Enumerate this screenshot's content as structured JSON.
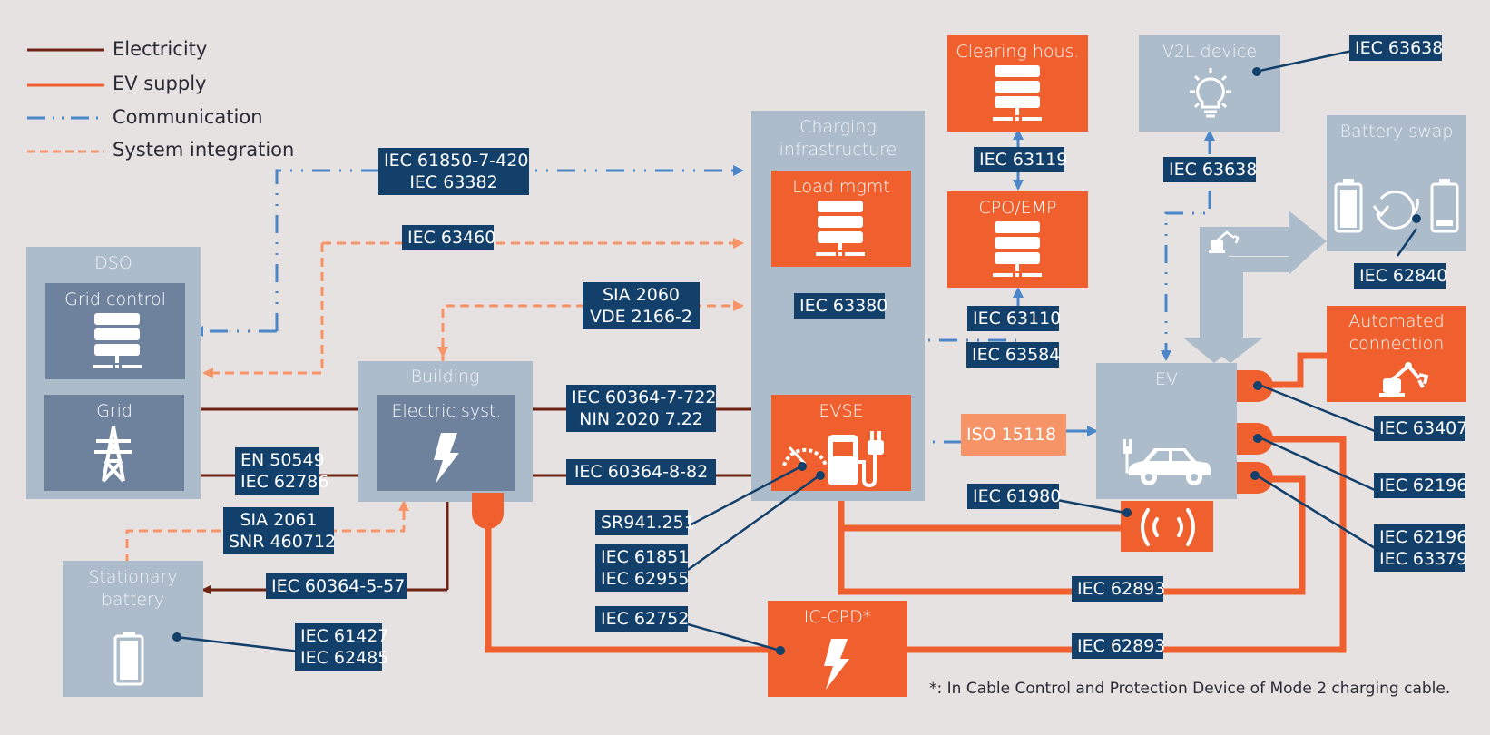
{
  "legend": {
    "items": [
      {
        "label": "Electricity",
        "color": "#6e2213",
        "style": "solid"
      },
      {
        "label": "EV supply",
        "color": "#f05f2e",
        "style": "solid"
      },
      {
        "label": "Communication",
        "color": "#4a86c8",
        "style": "dash-dot"
      },
      {
        "label": "System integration",
        "color": "#f69467",
        "style": "dashed"
      }
    ]
  },
  "nodes": {
    "dso": {
      "title": "DSO"
    },
    "grid_control": {
      "title": "Grid control",
      "icon": "server-icon"
    },
    "grid": {
      "title": "Grid",
      "icon": "power-pylon-icon"
    },
    "building": {
      "title": "Building"
    },
    "electric_syst": {
      "title": "Electric syst.",
      "icon": "lightning-icon"
    },
    "stationary_battery": {
      "title_line1": "Stationary",
      "title_line2": "battery",
      "icon": "battery-icon"
    },
    "charging_infrastructure": {
      "title_line1": "Charging",
      "title_line2": "infrastructure"
    },
    "load_mgmt": {
      "title": "Load mgmt",
      "icon": "server-icon"
    },
    "evse": {
      "title": "EVSE",
      "icon": "fuel-pump-plug-icon"
    },
    "clearing_house": {
      "title": "Clearing hous.",
      "icon": "server-icon"
    },
    "cpo_emp": {
      "title": "CPO/EMP",
      "icon": "server-icon"
    },
    "v2l_device": {
      "title": "V2L device",
      "icon": "light-bulb-icon"
    },
    "battery_swap": {
      "title": "Battery swap",
      "icon": "battery-swap-icon"
    },
    "automated_connection": {
      "title_line1": "Automated",
      "title_line2": "connection",
      "icon": "robot-arm-icon"
    },
    "ev": {
      "title": "EV",
      "icon": "electric-car-icon"
    },
    "wireless": {
      "icon": "wireless-charging-icon"
    },
    "ic_cpd": {
      "title": "IC-CPD*",
      "icon": "lightning-icon"
    }
  },
  "tags": {
    "t_61850": [
      "IEC 61850-7-420",
      "IEC 63382"
    ],
    "t_63460": [
      "IEC 63460"
    ],
    "t_sia2060": [
      "SIA 2060",
      "VDE 2166-2"
    ],
    "t_60364_7": [
      "IEC 60364-7-722",
      "NIN 2020 7.22"
    ],
    "t_60364_8": [
      "IEC 60364-8-82"
    ],
    "t_en50549": [
      "EN 50549",
      "IEC 62786"
    ],
    "t_sia2061": [
      "SIA 2061",
      "SNR 460712"
    ],
    "t_60364_5": [
      "IEC 60364-5-57"
    ],
    "t_61427": [
      "IEC 61427",
      "IEC 62485"
    ],
    "t_sr941": [
      "SR941.251"
    ],
    "t_61851": [
      "IEC 61851",
      "IEC 62955"
    ],
    "t_62752": [
      "IEC 62752"
    ],
    "t_63380": [
      "IEC 63380"
    ],
    "t_63119": [
      "IEC 63119"
    ],
    "t_63110": [
      "IEC 63110"
    ],
    "t_63584": [
      "IEC 63584"
    ],
    "t_63638_a": [
      "IEC 63638"
    ],
    "t_63638_b": [
      "IEC 63638"
    ],
    "t_62840": [
      "IEC 62840"
    ],
    "t_iso15118": [
      "ISO 15118"
    ],
    "t_61980": [
      "IEC 61980"
    ],
    "t_63407": [
      "IEC 63407"
    ],
    "t_62196": [
      "IEC 62196"
    ],
    "t_62196_63379": [
      "IEC 62196",
      "IEC 63379"
    ],
    "t_62893_a": [
      "IEC 62893"
    ],
    "t_62893_b": [
      "IEC 62893"
    ]
  },
  "footnote": "*: In Cable Control and Protection Device of Mode 2 charging cable.",
  "colors": {
    "background": "#e6e2e1",
    "container_grey": "#adbccb",
    "inner_slate": "#6e829d",
    "accent_orange": "#f05f2e",
    "tag_navy": "#12406b",
    "electricity": "#6e2213",
    "communication": "#4a86c8",
    "system_integration": "#f69467"
  }
}
